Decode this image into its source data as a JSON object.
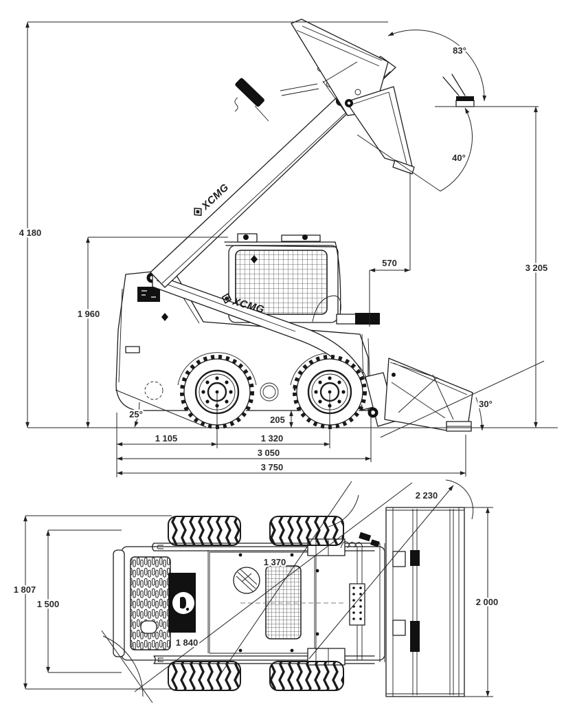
{
  "drawing": {
    "brand": "XCMG",
    "side_view": {
      "overall_height_raised": "4 180",
      "overall_cab_height": "1 960",
      "reach_at_max_height": "570",
      "hinge_pin_height": "3 205",
      "bucket_rollback_angle_raised": "83°",
      "dump_angle_raised": "40°",
      "bucket_rollback_angle_ground": "30°",
      "departure_angle": "25°",
      "ground_clearance": "205",
      "rear_to_front_axle": "1 105",
      "wheelbase": "1 320",
      "length_without_bucket": "3 050",
      "overall_length": "3 750"
    },
    "top_view": {
      "overall_width_over_tires": "1 807",
      "tread_width": "1 500",
      "clearance_radius_front": "2 230",
      "bucket_width": "2 000",
      "clearance_radius_mid": "1 370",
      "clearance_radius_rear": "1 840"
    }
  }
}
